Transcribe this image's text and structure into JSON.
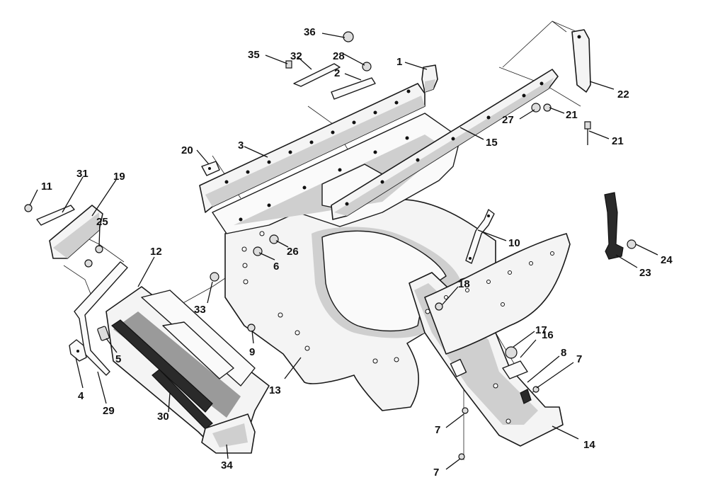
{
  "callouts": {
    "c1": "1",
    "c2": "2",
    "c3": "3",
    "c4": "4",
    "c5": "5",
    "c6": "6",
    "c7a": "7",
    "c7b": "7",
    "c7c": "7",
    "c8": "8",
    "c9": "9",
    "c10": "10",
    "c11": "11",
    "c12": "12",
    "c13": "13",
    "c14": "14",
    "c15": "15",
    "c16": "16",
    "c17": "17",
    "c18": "18",
    "c19": "19",
    "c20": "20",
    "c21a": "21",
    "c21b": "21",
    "c22": "22",
    "c23": "23",
    "c24": "24",
    "c25": "25",
    "c26": "26",
    "c27": "27",
    "c28": "28",
    "c29": "29",
    "c30": "30",
    "c31": "31",
    "c32": "32",
    "c33": "33",
    "c34": "34",
    "c35": "35",
    "c36": "36"
  }
}
